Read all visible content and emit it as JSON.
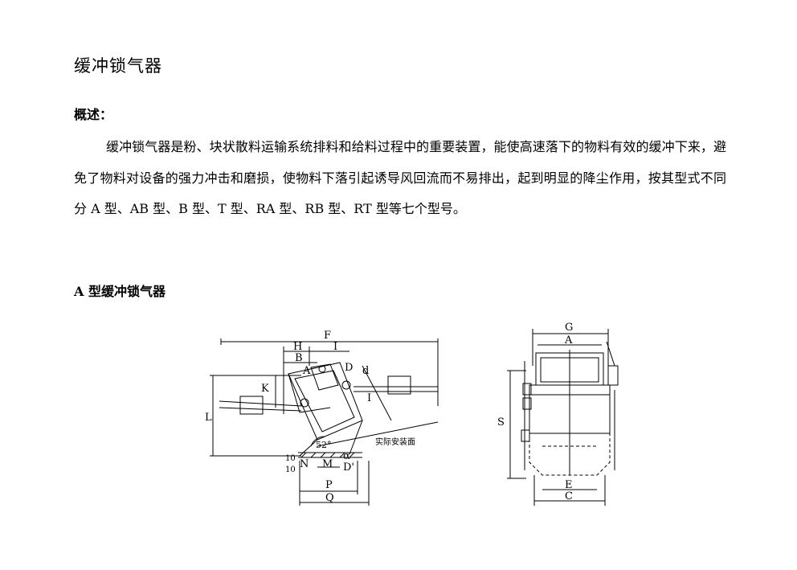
{
  "page": {
    "title": "缓冲锁气器",
    "overview_heading": "概述：",
    "overview_text": "缓冲锁气器是粉、块状散料运输系统排料和给料过程中的重要装置，能使高速落下的物料有效的缓冲下来，避免了物料对设备的强力冲击和磨损，使物料下落引起诱导风回流而不易排出，起到明显的降尘作用，按其型式不同分 A 型、AB 型、B 型、T 型、RA 型、RB 型、RT 型等七个型号。",
    "subsection_heading": "A 型缓冲锁气器"
  },
  "drawing": {
    "side_view_labels": {
      "F": "F",
      "H": "H",
      "I_top": "I",
      "B": "B",
      "A": "A",
      "D": "D",
      "d": "d",
      "K": "K",
      "L": "L",
      "I_side": "I",
      "angle": "52°",
      "install": "实际安装面",
      "ten": "10",
      "N": "N",
      "M": "M",
      "alpha": "α",
      "D1": "D'",
      "P": "P",
      "Q": "Q"
    },
    "front_view_labels": {
      "G": "G",
      "A": "A",
      "S": "S",
      "E": "E",
      "C": "C"
    }
  }
}
